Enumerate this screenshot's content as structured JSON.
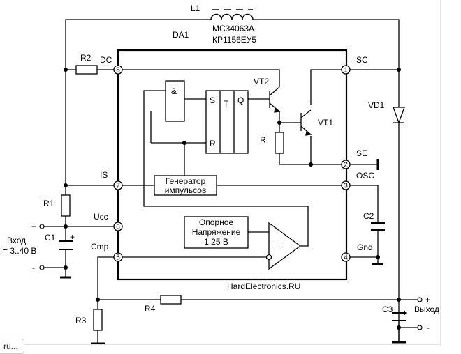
{
  "labels": {
    "L1": "L1",
    "DA1": "DA1",
    "chip1": "MC34063A",
    "chip2": "КР1156ЕУ5",
    "R2": "R2",
    "DC": "DC",
    "SC": "SC",
    "VT2": "VT2",
    "VD1": "VD1",
    "VT1": "VT1",
    "R": "R",
    "SE": "SE",
    "IS": "IS",
    "OSC": "OSC",
    "R1": "R1",
    "C2": "C2",
    "Ucc": "Ucc",
    "input_plus": "+",
    "input_title": "Вход",
    "input_range": "= 3..40 В",
    "C1": "C1",
    "C1_polarity": "+",
    "input_minus": "-",
    "Cmp": "Cmp",
    "Gnd": "Gnd",
    "watermark": "HardElectronics.RU",
    "R4": "R4",
    "R3": "R3",
    "C3": "C3",
    "C3_polarity": "+",
    "output_plus": "+",
    "output_title": "Выход",
    "output_minus": "-"
  },
  "blocks": {
    "and_gate": "&",
    "trigger_S": "S",
    "trigger_T": "T",
    "trigger_Q": "Q",
    "trigger_R": "R",
    "generator_line1": "Генератор",
    "generator_line2": "импульсов",
    "reference_line1": "Опорное",
    "reference_line2": "Напряжение",
    "reference_line3": "1,25 В",
    "comparator": "=="
  },
  "pins": {
    "p1": "1",
    "p2": "2",
    "p3": "3",
    "p4": "4",
    "p5": "5",
    "p6": "6",
    "p7": "7",
    "p8": "8"
  },
  "tooltip": "ru..."
}
